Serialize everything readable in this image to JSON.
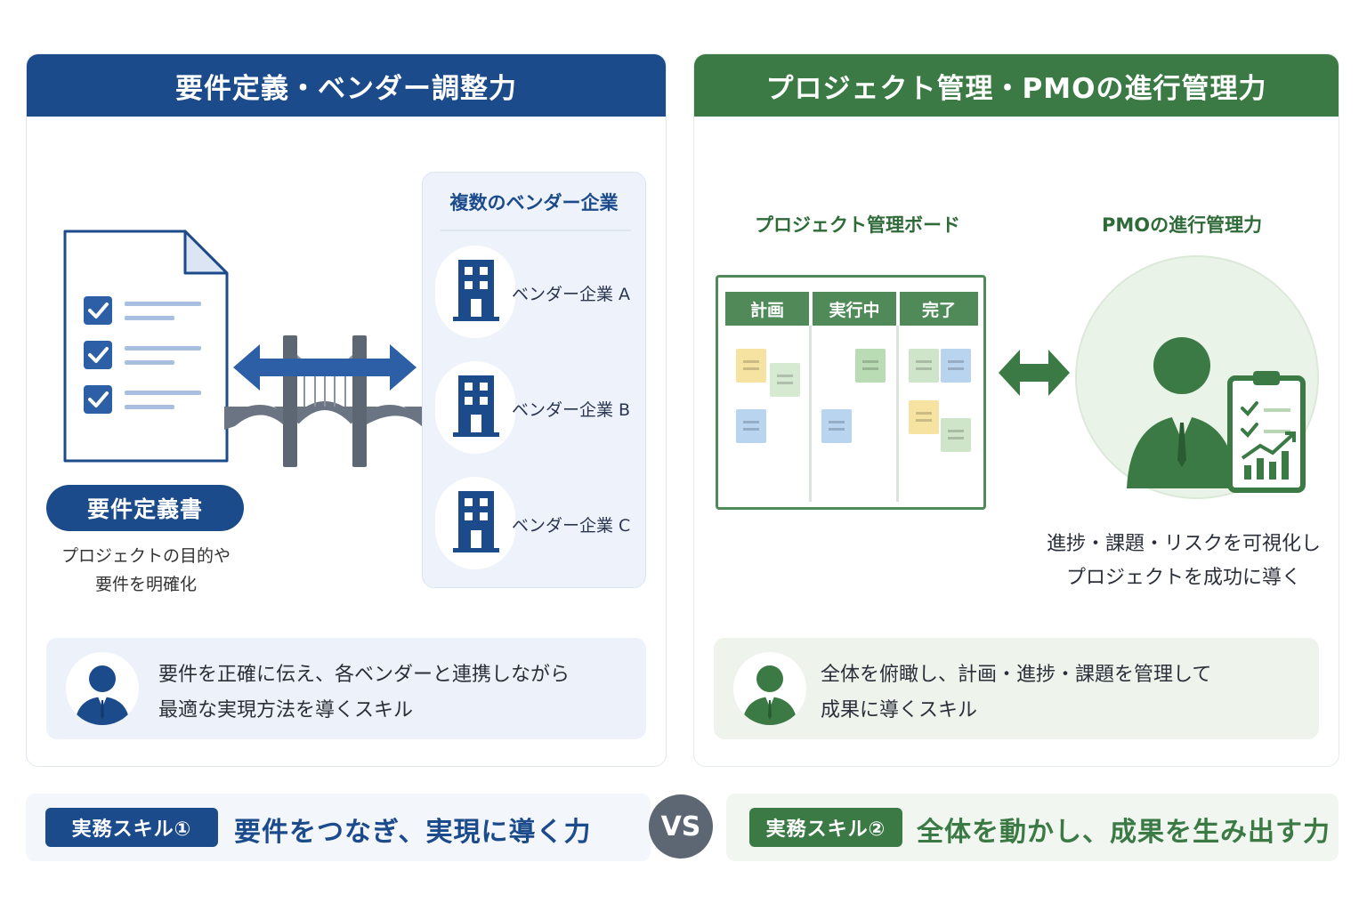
{
  "left_panel": {
    "title": "要件定義・ベンダー調整力",
    "document_badge": "要件定義書",
    "document_caption_line1": "プロジェクトの目的や",
    "document_caption_line2": "要件を明確化",
    "vendors_title": "複数のベンダー企業",
    "vendors": [
      {
        "label": "ベンダー企業 A"
      },
      {
        "label": "ベンダー企業 B"
      },
      {
        "label": "ベンダー企業 C"
      }
    ],
    "skill_line1": "要件を正確に伝え、各ベンダーと連携しながら",
    "skill_line2": "最適な実現方法を導くスキル",
    "accent_color": "#1c4b8c"
  },
  "right_panel": {
    "title": "プロジェクト管理・PMOの進行管理力",
    "board_title": "プロジェクト管理ボード",
    "board_columns": [
      {
        "label": "計画"
      },
      {
        "label": "実行中"
      },
      {
        "label": "完了"
      }
    ],
    "pmo_title": "PMOの進行管理力",
    "pmo_caption_line1": "進捗・課題・リスクを可視化し",
    "pmo_caption_line2": "プロジェクトを成功に導く",
    "skill_line1": "全体を俯瞰し、計画・進捗・課題を管理して",
    "skill_line2": "成果に導くスキル",
    "accent_color": "#3b7a45"
  },
  "bottom": {
    "left_tag": "実務スキル①",
    "left_text": "要件をつなぎ、実現に導く力",
    "vs_label": "VS",
    "right_tag": "実務スキル②",
    "right_text": "全体を動かし、成果を生み出す力"
  }
}
